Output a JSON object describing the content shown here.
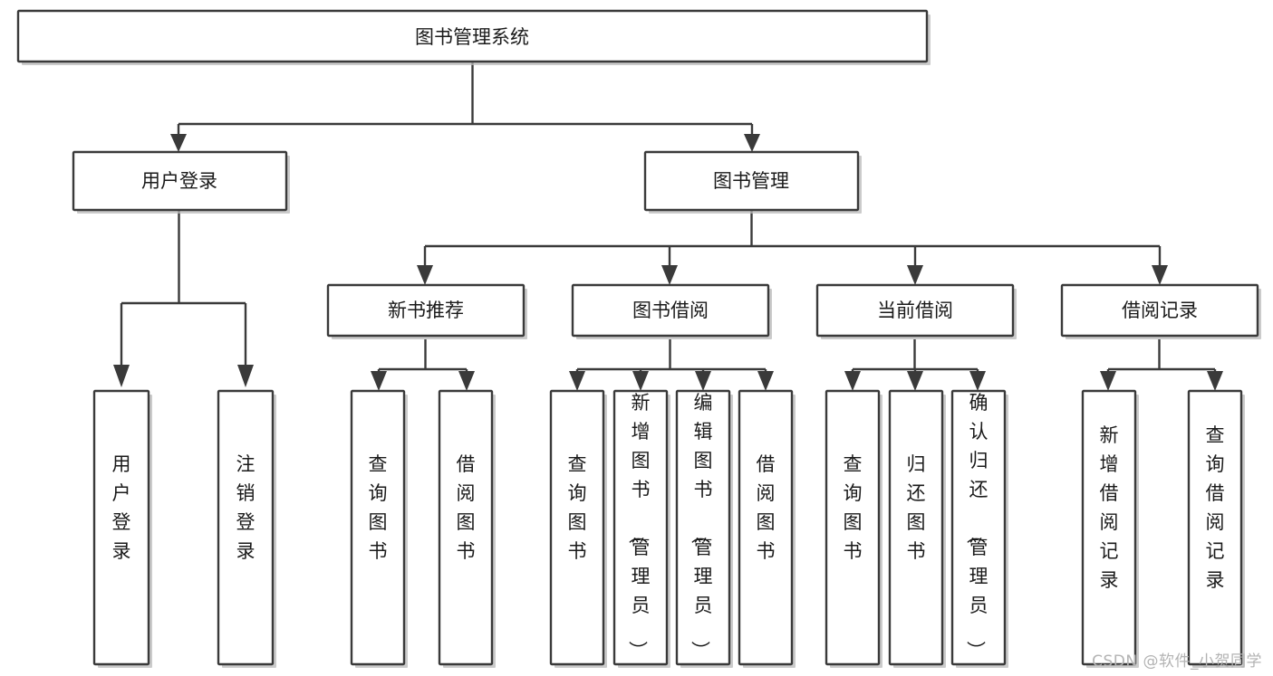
{
  "diagram": {
    "title": "图书管理系统",
    "type": "tree",
    "orientation": "top-down",
    "background_color": "#ffffff",
    "box_stroke_color": "#3a3a3a",
    "box_fill_color": "#ffffff",
    "connector_color": "#3a3a3a",
    "text_color": "#1a1a1a",
    "levels": 4
  },
  "nodes": {
    "root": {
      "label": "图书管理系统",
      "level": 0,
      "orientation": "horizontal"
    },
    "l1": [
      {
        "id": "user-login",
        "label": "用户登录",
        "level": 1,
        "orientation": "horizontal"
      },
      {
        "id": "book-manage",
        "label": "图书管理",
        "level": 1,
        "orientation": "horizontal"
      }
    ],
    "l2": [
      {
        "id": "new-book-rec",
        "label": "新书推荐",
        "level": 2,
        "orientation": "horizontal",
        "parent": "book-manage"
      },
      {
        "id": "book-borrow",
        "label": "图书借阅",
        "level": 2,
        "orientation": "horizontal",
        "parent": "book-manage"
      },
      {
        "id": "current-borrow",
        "label": "当前借阅",
        "level": 2,
        "orientation": "horizontal",
        "parent": "book-manage"
      },
      {
        "id": "borrow-record",
        "label": "借阅记录",
        "level": 2,
        "orientation": "horizontal",
        "parent": "book-manage"
      }
    ],
    "leaves": [
      {
        "id": "leaf-user-login",
        "label": "用户登录",
        "parent": "user-login",
        "orientation": "vertical"
      },
      {
        "id": "leaf-logout",
        "label": "注销登录",
        "parent": "user-login",
        "orientation": "vertical"
      },
      {
        "id": "leaf-query-book-1",
        "label": "查询图书",
        "parent": "new-book-rec",
        "orientation": "vertical"
      },
      {
        "id": "leaf-borrow-book-1",
        "label": "借阅图书",
        "parent": "new-book-rec",
        "orientation": "vertical"
      },
      {
        "id": "leaf-query-book-2",
        "label": "查询图书",
        "parent": "book-borrow",
        "orientation": "vertical"
      },
      {
        "id": "leaf-add-book",
        "label": "新增图书（管理员）",
        "parent": "book-borrow",
        "orientation": "vertical"
      },
      {
        "id": "leaf-edit-book",
        "label": "编辑图书（管理员）",
        "parent": "book-borrow",
        "orientation": "vertical"
      },
      {
        "id": "leaf-borrow-book-2",
        "label": "借阅图书",
        "parent": "book-borrow",
        "orientation": "vertical"
      },
      {
        "id": "leaf-query-book-3",
        "label": "查询图书",
        "parent": "current-borrow",
        "orientation": "vertical"
      },
      {
        "id": "leaf-return-book",
        "label": "归还图书",
        "parent": "current-borrow",
        "orientation": "vertical"
      },
      {
        "id": "leaf-confirm-return",
        "label": "确认归还（管理员）",
        "parent": "current-borrow",
        "orientation": "vertical"
      },
      {
        "id": "leaf-add-record",
        "label": "新增借阅记录",
        "parent": "borrow-record",
        "orientation": "vertical"
      },
      {
        "id": "leaf-query-record",
        "label": "查询借阅记录",
        "parent": "borrow-record",
        "orientation": "vertical"
      }
    ]
  },
  "watermark": {
    "text": "CSDN @软件_小贺同学"
  }
}
